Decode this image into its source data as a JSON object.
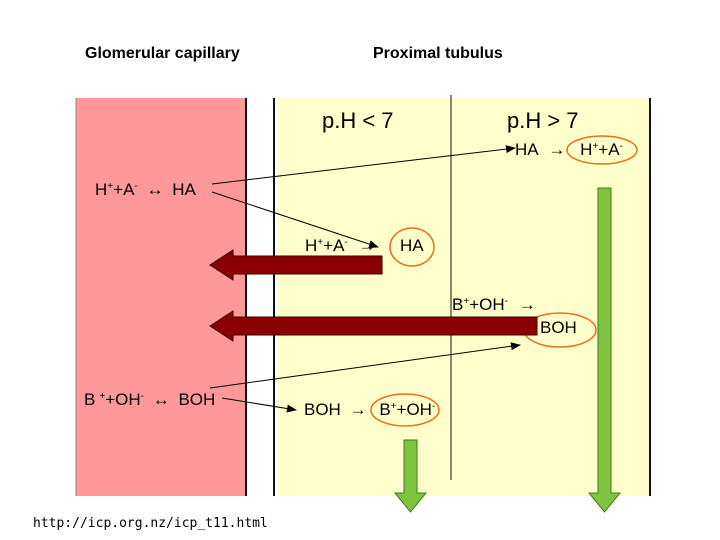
{
  "headers": {
    "left": "Glomerular capillary",
    "right": "Proximal tubulus"
  },
  "ph": {
    "low": "p.H < 7",
    "high": "p.H > 7"
  },
  "equations": {
    "top_right": {
      "lhs": "HA",
      "arrow": "→",
      "h": "H",
      "plus": "+",
      "a": "A",
      "minus": "-"
    },
    "blood_acid": {
      "h": "H",
      "plus": "+",
      "a": "A",
      "minus": "-",
      "arrow": "↔",
      "rhs": "HA"
    },
    "tubule_acid": {
      "h": "H",
      "plus": "+",
      "a": "A",
      "minus": "-",
      "arrow": "→",
      "rhs": "HA"
    },
    "tubule_base_mid": {
      "b": "B",
      "plus": "+",
      "oh": "OH",
      "minus": "-",
      "arrow": "→",
      "rhs": "BOH"
    },
    "blood_base": {
      "b": "B",
      "plus": "+",
      "oh": "OH",
      "minus": "-",
      "arrow": "↔",
      "rhs": "BOH"
    },
    "tubule_base_low": {
      "lhs": "BOH",
      "arrow": "→",
      "b": "B",
      "plus": "+",
      "oh": "OH",
      "minus": "-"
    }
  },
  "source_url": "http://icp.org.nz/icp_t11.html",
  "colors": {
    "capillary": "#ff9999",
    "tubulus": "#ffffcc",
    "red_arrow": "#8b0000",
    "green_arrow": "#7ec440",
    "highlight_circle": "#e8701a"
  }
}
